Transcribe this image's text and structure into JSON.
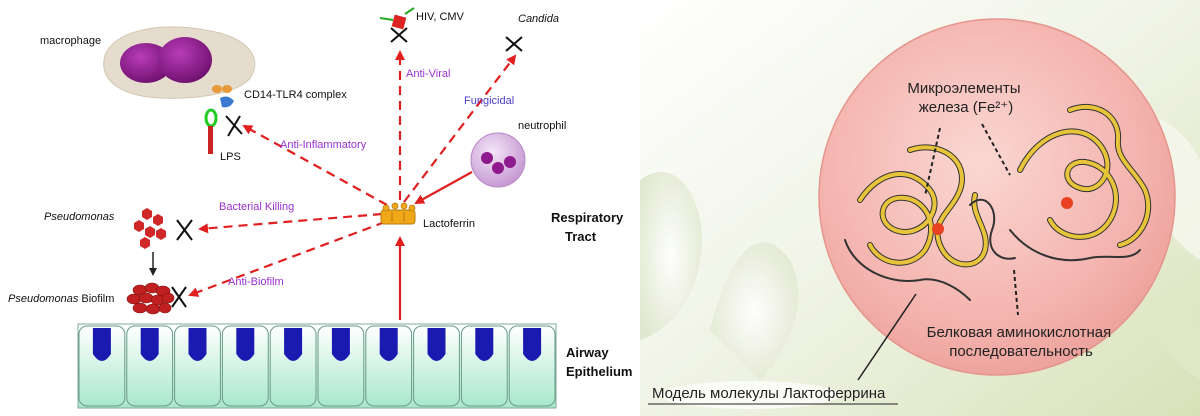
{
  "left": {
    "labels": {
      "macrophage": "macrophage",
      "cd14": "CD14-TLR4 complex",
      "lps": "LPS",
      "hiv": "HIV, CMV",
      "candida": "Candida",
      "neutrophil": "neutrophil",
      "lactoferrin": "Lactoferrin",
      "respiratory_1": "Respiratory",
      "respiratory_2": "Tract",
      "pseudomonas": "Pseudomonas",
      "biofilm_italic": "Pseudomonas",
      "biofilm_rest": " Biofilm",
      "airway_1": "Airway",
      "airway_2": "Epithelium"
    },
    "arrows": {
      "anti_viral": "Anti-Viral",
      "fungicidal": "Fungicidal",
      "anti_inflammatory": "Anti-Inflammatory",
      "bacterial_killing": "Bacterial Killing",
      "anti_biofilm": "Anti-Biofilm"
    },
    "colors": {
      "arrow": "#e02020",
      "arrow_label": "#9b30d0",
      "fungicidal_label": "#4a3fc9",
      "macrophage": "#8e1a8e",
      "cell_blue": "#1a1ab0",
      "epithelium_green": "#bfeed8",
      "lactoferrin": "#f0a818",
      "pseudomonas": "#d02828"
    },
    "cell_count": 10
  },
  "right": {
    "label_iron_1": "Микроэлементы",
    "label_iron_2": "железа (Fe²⁺)",
    "label_protein_1": "Белковая аминокислотная",
    "label_protein_2": "последовательность",
    "caption": "Модель молекулы Лактоферрина",
    "colors": {
      "sphere": "#f4b3ae",
      "sphere_border": "#e09890",
      "backdrop": "#e9eed8",
      "ribbon": "#e8c43a",
      "iron": "#e84020"
    }
  }
}
